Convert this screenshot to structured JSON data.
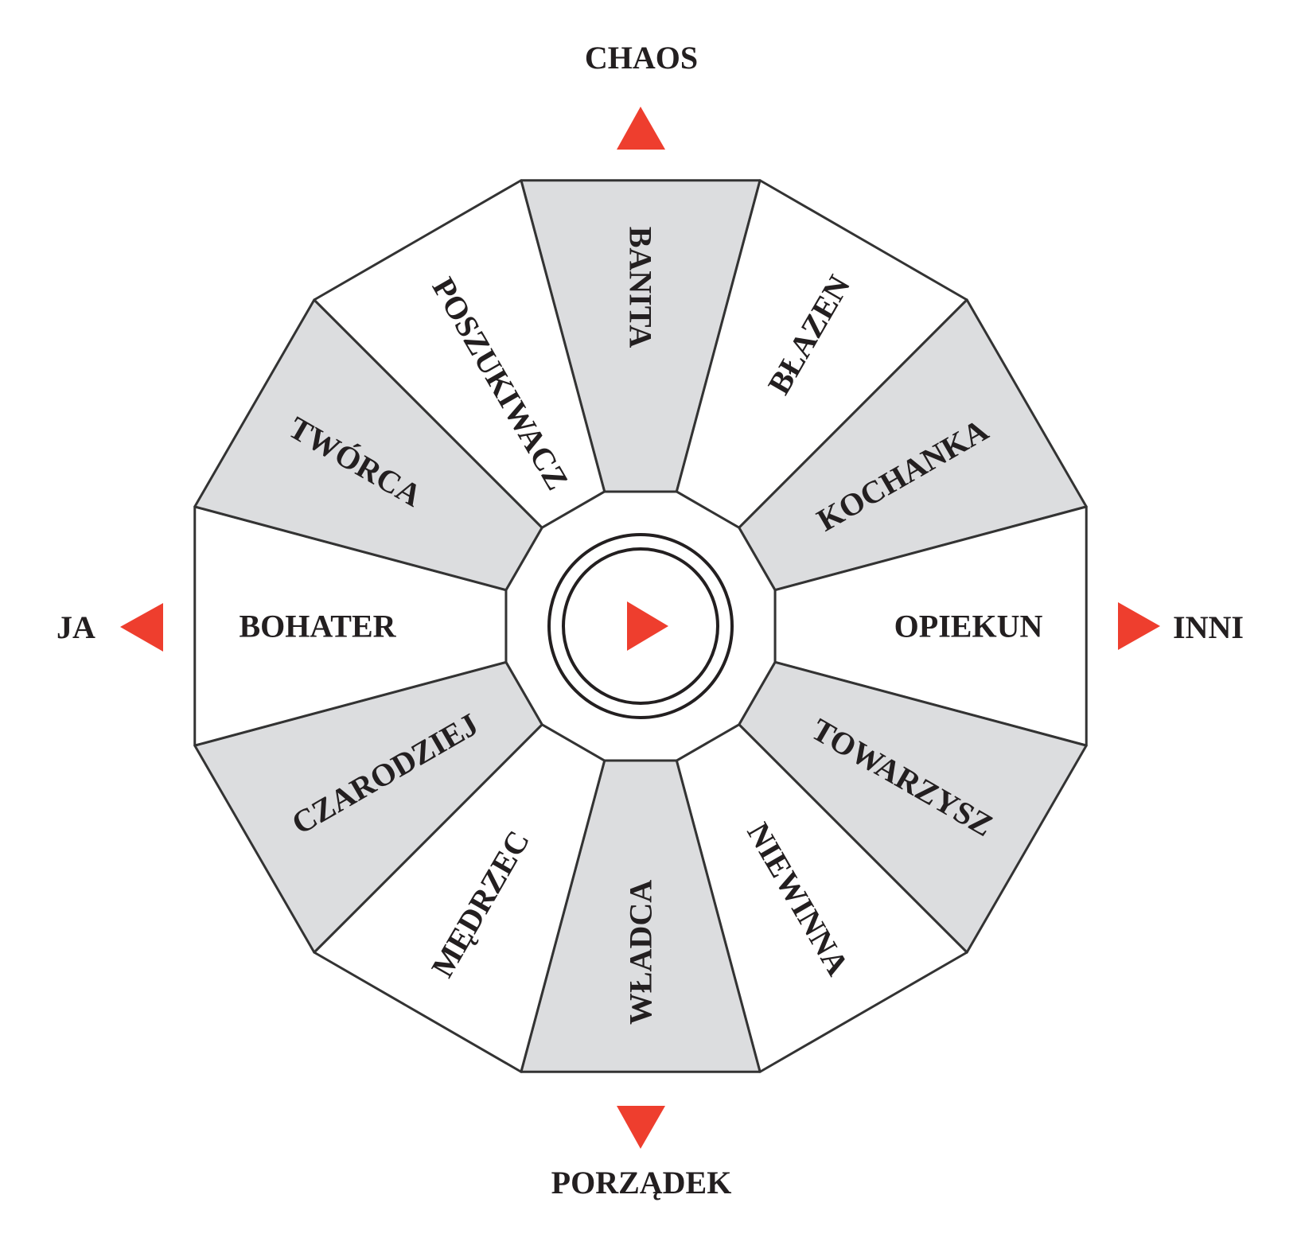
{
  "colors": {
    "accent": "#ee3e2e",
    "shade": "#dcdddf",
    "line": "#333333",
    "text": "#231f20"
  },
  "axes": {
    "top": "CHAOS",
    "bottom": "PORZĄDEK",
    "left": "JA",
    "right": "INNI"
  },
  "segments": [
    {
      "label": "BANITA",
      "shaded": true
    },
    {
      "label": "BŁAZEN",
      "shaded": false
    },
    {
      "label": "KOCHANKA",
      "shaded": true
    },
    {
      "label": "OPIEKUN",
      "shaded": false
    },
    {
      "label": "TOWARZYSZ",
      "shaded": true
    },
    {
      "label": "NIEWINNA",
      "shaded": false
    },
    {
      "label": "WŁADCA",
      "shaded": true
    },
    {
      "label": "MĘDRZEC",
      "shaded": false
    },
    {
      "label": "CZARODZIEJ",
      "shaded": true
    },
    {
      "label": "BOHATER",
      "shaded": false
    },
    {
      "label": "TWÓRCA",
      "shaded": true
    },
    {
      "label": "POSZUKIWACZ",
      "shaded": false
    }
  ],
  "center_icon": "play-icon"
}
